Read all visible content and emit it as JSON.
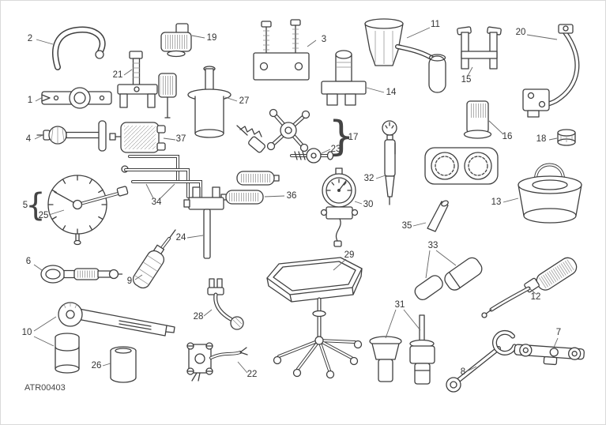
{
  "diagram": {
    "code": "ATR00403",
    "line_color": "#3f3f3f",
    "braces": {
      "left": "{",
      "right": "}"
    },
    "callouts": {
      "c1": "1",
      "c2": "2",
      "c3": "3",
      "c4": "4",
      "c5": "5",
      "c6": "6",
      "c7": "7",
      "c8": "8",
      "c9": "9",
      "c10": "10",
      "c11": "11",
      "c12": "12",
      "c13": "13",
      "c14": "14",
      "c15": "15",
      "c16": "16",
      "c17": "17",
      "c18": "18",
      "c19": "19",
      "c20": "20",
      "c21": "21",
      "c22": "22",
      "c23": "23",
      "c24": "24",
      "c25": "25",
      "c26": "26",
      "c27": "27",
      "c28": "28",
      "c29": "29",
      "c30": "30",
      "c31": "31",
      "c32": "32",
      "c33": "33",
      "c34": "34",
      "c35": "35",
      "c36": "36",
      "c37": "37"
    }
  }
}
